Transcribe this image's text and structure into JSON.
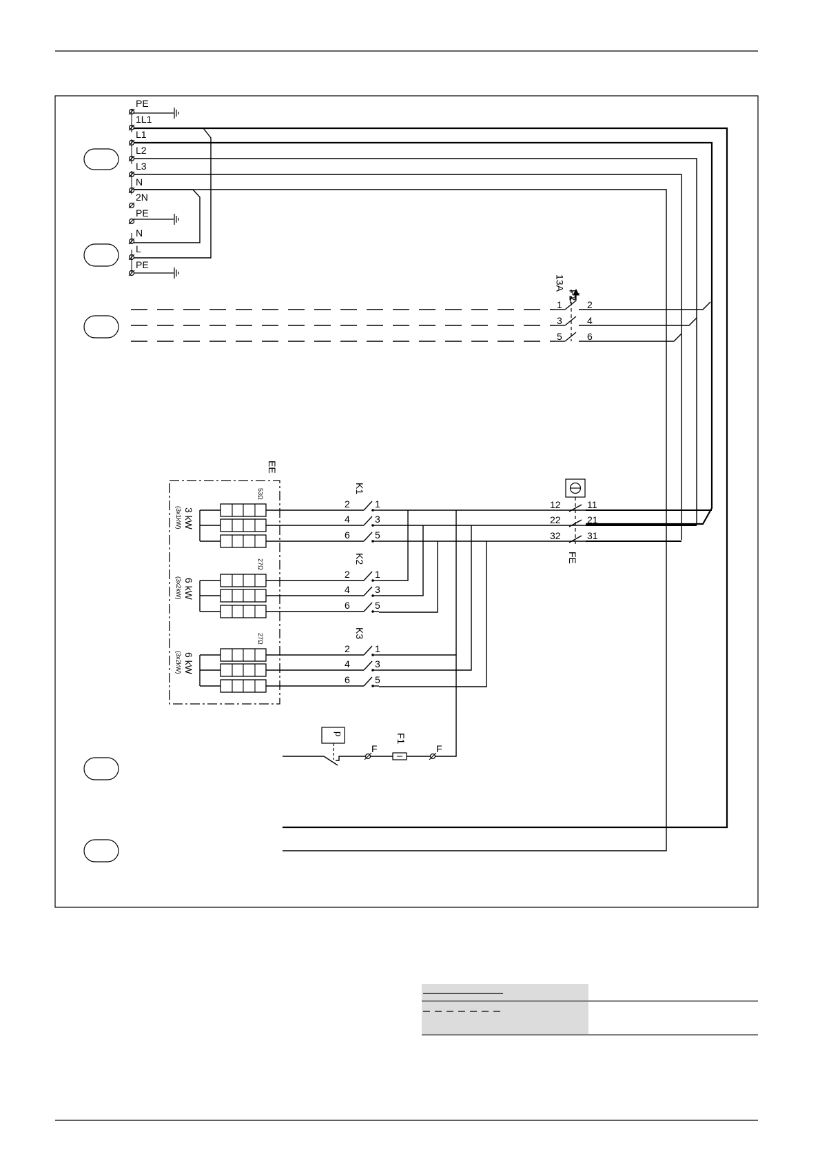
{
  "terminals": [
    {
      "id": "pe-top",
      "label": "PE"
    },
    {
      "id": "1l1",
      "label": "1L1"
    },
    {
      "id": "l1",
      "label": "L1"
    },
    {
      "id": "l2",
      "label": "L2"
    },
    {
      "id": "l3",
      "label": "L3"
    },
    {
      "id": "n",
      "label": "N"
    },
    {
      "id": "2n",
      "label": "2N"
    },
    {
      "id": "pe-mid",
      "label": "PE"
    },
    {
      "id": "n2",
      "label": "N"
    },
    {
      "id": "l",
      "label": "L"
    },
    {
      "id": "pe-bot",
      "label": "PE"
    }
  ],
  "f2": {
    "name": "F2",
    "rating": "13A",
    "contacts": [
      "1",
      "2",
      "3",
      "4",
      "5",
      "6"
    ]
  },
  "fe": {
    "name": "FE",
    "contacts": [
      "12",
      "11",
      "22",
      "21",
      "32",
      "31"
    ]
  },
  "ee": {
    "name": "EE"
  },
  "heaters": [
    {
      "resistance": "53Ω",
      "power": "3 kW",
      "detail": "(3x1kW)"
    },
    {
      "resistance": "27Ω",
      "power": "6 kW",
      "detail": "(3x2kW)"
    },
    {
      "resistance": "27Ω",
      "power": "6 kW",
      "detail": "(3x2kW)"
    }
  ],
  "contactors": [
    {
      "name": "K1",
      "contacts": [
        "2",
        "1",
        "4",
        "3",
        "6",
        "5"
      ]
    },
    {
      "name": "K2",
      "contacts": [
        "2",
        "1",
        "4",
        "3",
        "6",
        "5"
      ]
    },
    {
      "name": "K3",
      "contacts": [
        "2",
        "1",
        "4",
        "3",
        "6",
        "5"
      ]
    }
  ],
  "pressure_switch": {
    "symbol": "p"
  },
  "f1": {
    "name": "F1",
    "terminal_label": "F"
  }
}
